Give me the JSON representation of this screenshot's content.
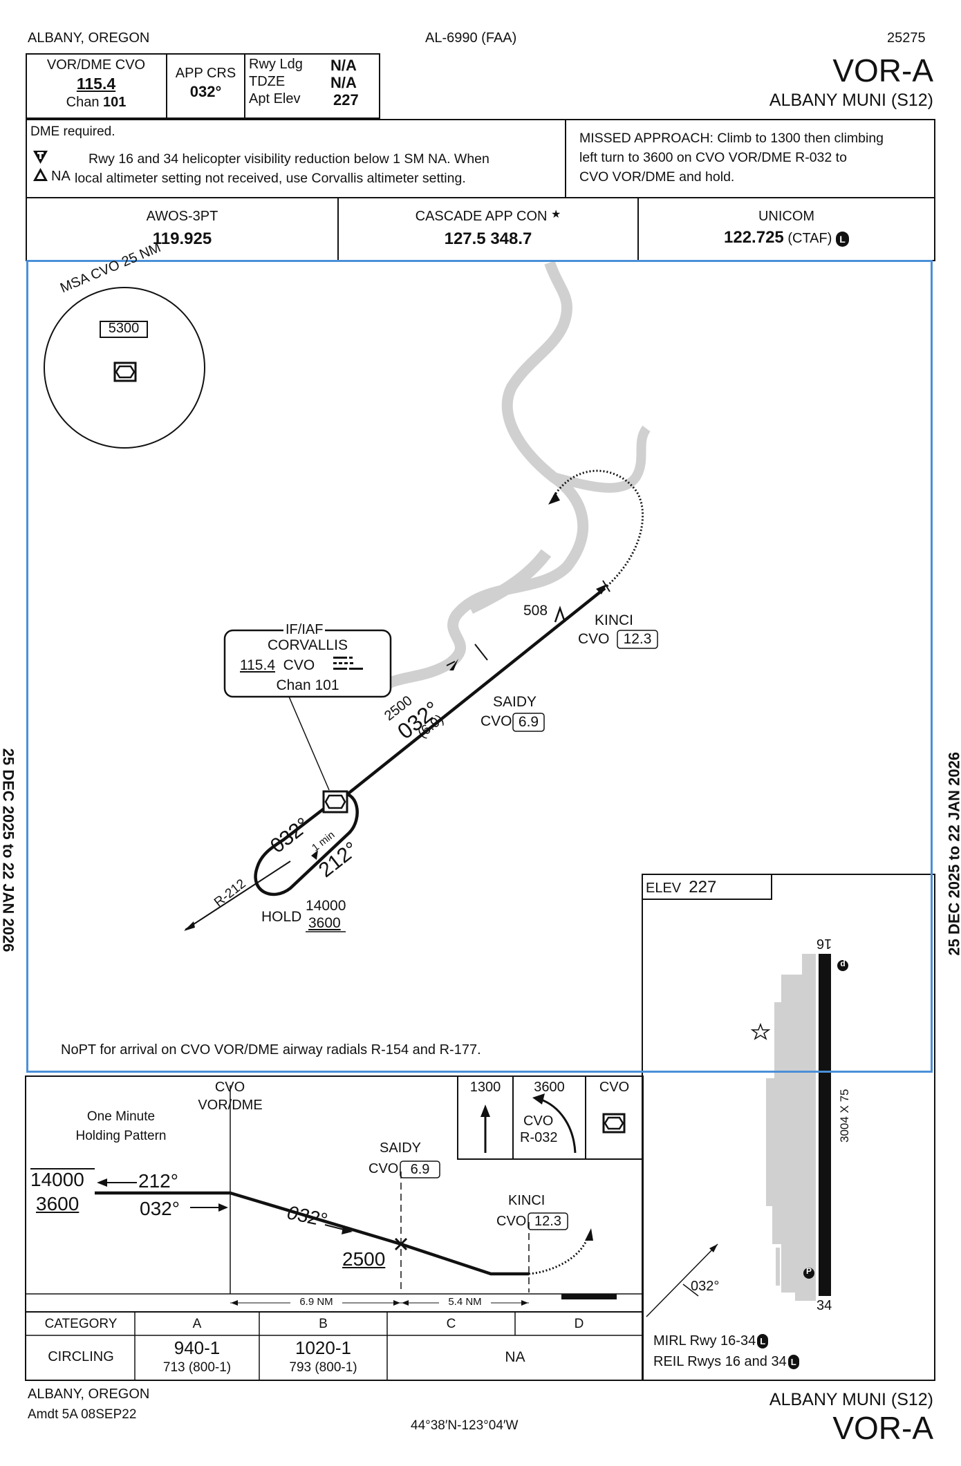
{
  "header": {
    "location": "ALBANY, OREGON",
    "chart_id": "AL-6990 (FAA)",
    "procedure_number": "25275",
    "procedure_title": "VOR-A",
    "airport": "ALBANY MUNI (S12)"
  },
  "briefing": {
    "nav_label": "VOR/DME  CVO",
    "nav_freq": "115.4",
    "chan_label": "Chan",
    "chan_value": "101",
    "app_crs_label": "APP CRS",
    "app_crs_value": "032°",
    "rwy_ldg_label": "Rwy Ldg",
    "rwy_ldg_value": "N/A",
    "tdze_label": "TDZE",
    "tdze_value": "N/A",
    "apt_elev_label": "Apt Elev",
    "apt_elev_value": "227",
    "note_dme": "DME required.",
    "note_line1": "Rwy 16 and 34 helicopter visibility reduction below 1 SM NA.  When",
    "note_line2": "local altimeter setting not received, use Corvallis altimeter setting.",
    "na_label": "NA",
    "missed_line1": "MISSED APPROACH: Climb to 1300 then climbing",
    "missed_line2": "left turn to 3600 on CVO VOR/DME R-032 to",
    "missed_line3": "CVO VOR/DME and hold."
  },
  "comms": {
    "awos_label": "AWOS-3PT",
    "awos_freq": "119.925",
    "app_label": "CASCADE APP CON",
    "app_star": "★",
    "app_freq": "127.5  348.7",
    "unicom_label": "UNICOM",
    "unicom_freq": "122.725",
    "unicom_ctaf": "(CTAF)",
    "unicom_l": "L"
  },
  "plan_view": {
    "msa_label": "MSA CVO 25 NM",
    "msa_alt": "5300",
    "vor_if": "IF/IAF",
    "vor_name": "CORVALLIS",
    "vor_freq": "115.4",
    "vor_id": "CVO",
    "vor_chan": "Chan 101",
    "alt_2500": "2500",
    "crs_032": "032°",
    "dist_69": "(6.9)",
    "saidy": "SAIDY",
    "saidy_cvo": "CVO",
    "saidy_dist": "6.9",
    "kinci": "KINCI",
    "kinci_cvo": "CVO",
    "kinci_dist": "12.3",
    "obstacle": "508",
    "hold_032": "032°",
    "hold_212": "212°",
    "hold_1min": "1 min",
    "hold_label": "HOLD",
    "hold_max": "14000",
    "hold_min": "3600",
    "radial": "R-212",
    "nopt": "NoPT for arrival on CVO VOR/DME airway radials R-154 and R-177."
  },
  "airport_diagram": {
    "elev_label": "ELEV",
    "elev_value": "227",
    "rwy_top": "16",
    "rwy_bottom": "34",
    "rwy_dims": "3004 X 75",
    "crs": "032°",
    "mirl": "MIRL Rwy 16-34",
    "reil": "REIL Rwys 16 and 34",
    "lighting_mark": "L",
    "pin_top": "d",
    "pin_bottom": "P"
  },
  "profile": {
    "cvo": "CVO",
    "vordme": "VOR/DME",
    "one_minute": "One Minute",
    "holding_pattern": "Holding Pattern",
    "alt_max": "14000",
    "alt_min": "3600",
    "crs_212": "212°",
    "crs_032a": "032°",
    "crs_032b": "032°",
    "alt_2500": "2500",
    "saidy": "SAIDY",
    "saidy_cvo": "CVO",
    "saidy_dist": "6.9",
    "kinci": "KINCI",
    "kinci_cvo": "CVO",
    "kinci_dist": "12.3",
    "seg1": "6.9 NM",
    "seg2": "5.4 NM",
    "ma_1300": "1300",
    "ma_3600": "3600",
    "ma_cvo": "CVO",
    "ma_cvo2": "CVO",
    "ma_r032": "R-032"
  },
  "minimums": {
    "category_label": "CATEGORY",
    "categories": [
      "A",
      "B",
      "C",
      "D"
    ],
    "circling_label": "CIRCLING",
    "a_main": "940-1",
    "a_sub": "713 (800-1)",
    "b_main": "1020-1",
    "b_sub": "793 (800-1)",
    "cd": "NA"
  },
  "footer": {
    "location": "ALBANY, OREGON",
    "amendment": "Amdt 5A  08SEP22",
    "coords": "44°38′N-123°04′W",
    "airport": "ALBANY MUNI (S12)",
    "procedure_title": "VOR-A"
  },
  "side": {
    "validity": "25 DEC 2025 to 22 JAN 2026"
  },
  "colors": {
    "highlight": "#4a8fd8",
    "river": "#d0d0d0",
    "ink": "#111111"
  }
}
